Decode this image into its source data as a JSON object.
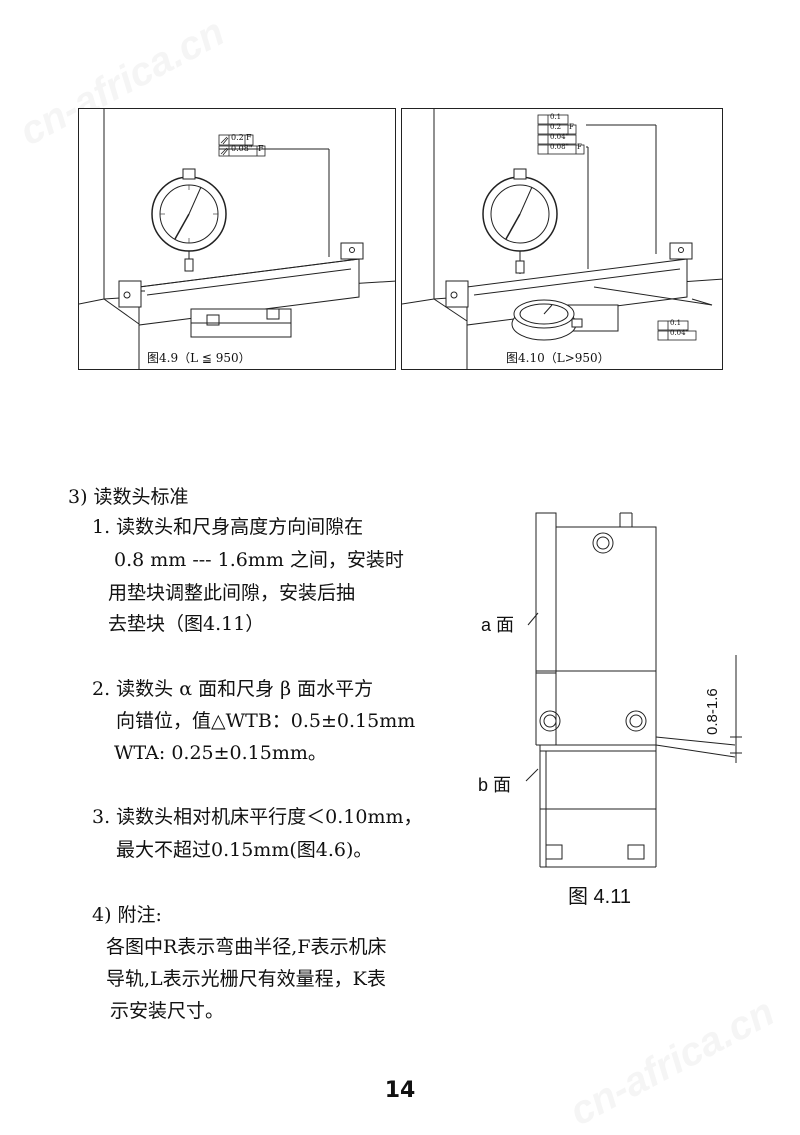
{
  "figures": {
    "fig49": {
      "caption": "图4.9（L ≦ 950）",
      "tol": [
        "0.2",
        "F",
        "0.08\"",
        "F"
      ]
    },
    "fig410": {
      "caption": "图4.10（L>950）",
      "tol_top": [
        "0.1",
        "0.2",
        "F",
        "0.04\"",
        "0.08\"",
        "F"
      ],
      "tol_bottom": [
        "0.1",
        "0.04\""
      ]
    },
    "fig411": {
      "face_a": "a 面",
      "face_b": "b 面",
      "gap": "0.8-1.6",
      "caption": "图 4.11"
    }
  },
  "section_title": "3) 读数头标准",
  "items": {
    "i1": [
      "1. 读数头和尺身高度方向间隙在",
      "0.8 mm --- 1.6mm 之间，安装时",
      "用垫块调整此间隙，安装后抽",
      "去垫块（图4.11）"
    ],
    "i2": [
      "2. 读数头 α 面和尺身 β 面水平方",
      "向错位，值△WTB：0.5±0.15mm",
      "WTA: 0.25±0.15mm。"
    ],
    "i3": [
      "3. 读数头相对机床平行度＜0.10mm，",
      "最大不超过0.15mm(图4.6)。"
    ],
    "i4": [
      "4) 附注:",
      "各图中R表示弯曲半径,F表示机床",
      "导轨,L表示光栅尺有效量程，K表",
      "示安装尺寸。"
    ]
  },
  "watermark": "cn-africa.cn",
  "page_number": "14"
}
